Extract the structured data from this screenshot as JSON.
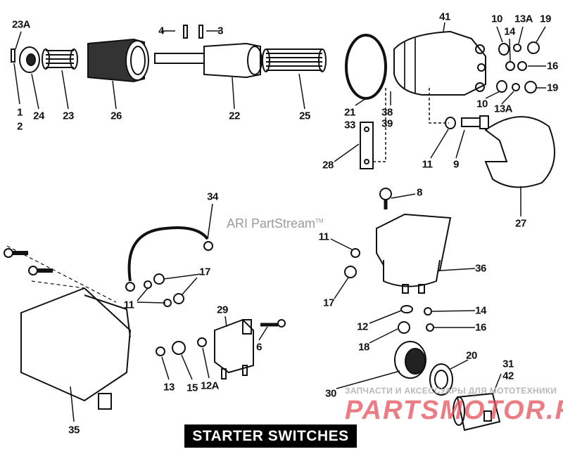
{
  "title": "STARTER SWITCHES",
  "watermark": {
    "brand": "ARI PartStream",
    "tm": "TM"
  },
  "site_watermark": {
    "tagline": "ЗАПЧАСТИ И АКСЕССУАРЫ ДЛЯ МОТОТЕХНИКИ",
    "logo": "PARTSMOTOR.RU"
  },
  "labels": [
    "23A",
    "1",
    "2",
    "24",
    "23",
    "26",
    "4",
    "3",
    "22",
    "25",
    "21",
    "33",
    "41",
    "10",
    "14",
    "13A",
    "19",
    "16",
    "19",
    "10",
    "13A",
    "38",
    "39",
    "11",
    "9",
    "28",
    "27",
    "34",
    "8",
    "11",
    "36",
    "17",
    "11",
    "17",
    "14",
    "12",
    "16",
    "18",
    "6",
    "29",
    "20",
    "31",
    "42",
    "13",
    "15",
    "12A",
    "30",
    "35"
  ]
}
